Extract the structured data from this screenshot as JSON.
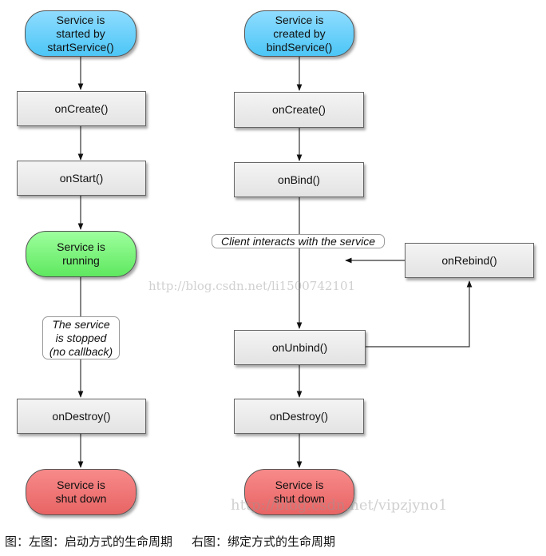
{
  "left_flow": {
    "start": "Service is\nstarted by\nstartService()",
    "on_create": "onCreate()",
    "on_start": "onStart()",
    "running": "Service is\nrunning",
    "stopped_note": "The service\nis stopped\n(no callback)",
    "on_destroy": "onDestroy()",
    "shutdown": "Service is\nshut down"
  },
  "right_flow": {
    "start": "Service is\ncreated by\nbindService()",
    "on_create": "onCreate()",
    "on_bind": "onBind()",
    "client_note": "Client interacts with the service",
    "on_rebind": "onRebind()",
    "on_unbind": "onUnbind()",
    "on_destroy": "onDestroy()",
    "shutdown": "Service is\nshut down"
  },
  "watermarks": {
    "first": "http://blog.csdn.net/li1500742101",
    "second": "http://blog.csdn.net/vipzjyno1"
  },
  "caption": {
    "left": "图：左图：启动方式的生命周期",
    "right": "右图：绑定方式的生命周期"
  },
  "colors": {
    "start": "#4cc6f6",
    "running": "#5fe85f",
    "shutdown": "#e86464",
    "box": "#e3e3e3"
  }
}
